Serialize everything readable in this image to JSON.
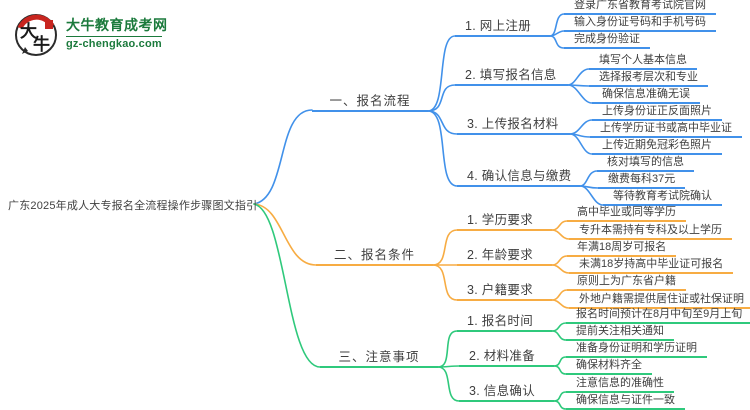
{
  "logo": {
    "site_name": "大牛教育成考网",
    "site_domain": "gz-chengkao.com",
    "badge_char_1": "大",
    "badge_char_2": "牛"
  },
  "title": "广东2025年成人大专报名全流程操作步骤图文指引",
  "colors": {
    "branch1": "#4191EA",
    "branch2": "#F7AC43",
    "branch3": "#2FC97C",
    "logo_green": "#1B7A3C",
    "seal_red": "#C8251F",
    "text": "#3F3F3F"
  },
  "mindmap": {
    "branches": [
      {
        "label": "一、报名流程",
        "children": [
          {
            "label": "1. 网上注册",
            "leaves": [
              "登录广东省教育考试院官网",
              "输入身份证号码和手机号码",
              "完成身份验证"
            ]
          },
          {
            "label": "2. 填写报名信息",
            "leaves": [
              "填写个人基本信息",
              "选择报考层次和专业",
              "确保信息准确无误"
            ]
          },
          {
            "label": "3. 上传报名材料",
            "leaves": [
              "上传身份证正反面照片",
              "上传学历证书或高中毕业证",
              "上传近期免冠彩色照片"
            ]
          },
          {
            "label": "4. 确认信息与缴费",
            "leaves": [
              "核对填写的信息",
              "缴费每科37元",
              "等待教育考试院确认"
            ]
          }
        ]
      },
      {
        "label": "二、报名条件",
        "children": [
          {
            "label": "1. 学历要求",
            "leaves": [
              "高中毕业或同等学历",
              "专升本需持有专科及以上学历"
            ]
          },
          {
            "label": "2. 年龄要求",
            "leaves": [
              "年满18周岁可报名",
              "未满18岁持高中毕业证可报名"
            ]
          },
          {
            "label": "3. 户籍要求",
            "leaves": [
              "原则上为广东省户籍",
              "外地户籍需提供居住证或社保证明"
            ]
          }
        ]
      },
      {
        "label": "三、注意事项",
        "children": [
          {
            "label": "1. 报名时间",
            "leaves": [
              "报名时间预计在8月中旬至9月上旬",
              "提前关注相关通知"
            ]
          },
          {
            "label": "2. 材料准备",
            "leaves": [
              "准备身份证明和学历证明",
              "确保材料齐全"
            ]
          },
          {
            "label": "3. 信息确认",
            "leaves": [
              "注意信息的准确性",
              "确保信息与证件一致"
            ]
          }
        ]
      }
    ]
  }
}
